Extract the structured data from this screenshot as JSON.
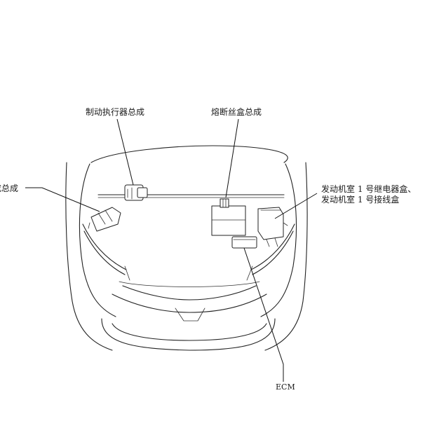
{
  "diagram": {
    "labels": {
      "brake_actuator": "制动执行器总成",
      "fuse_box": "熔断丝盒总成",
      "left_partial": "成总成",
      "relay_box_line1": "发动机室 1 号继电器盒、",
      "relay_box_line2": "发动机室 1 号接线盒",
      "ecm": "ECM"
    }
  }
}
